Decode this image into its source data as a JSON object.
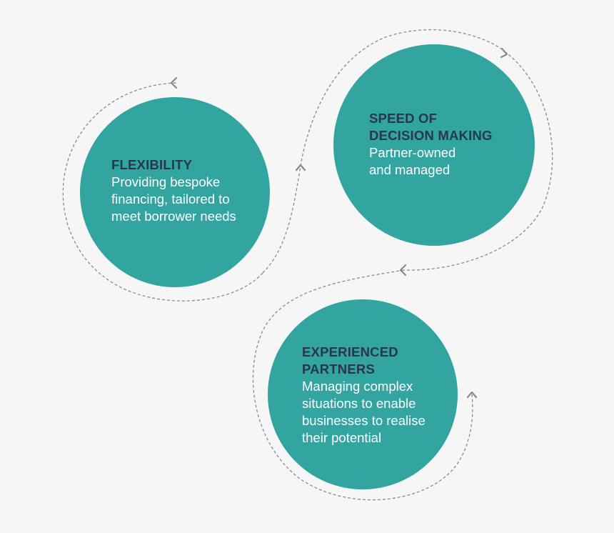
{
  "colors": {
    "background": "#f6f6f6",
    "circle": "#33a5a0",
    "title_text": "#26384a",
    "body_text": "#ffffff",
    "connector": "#8a8a8a"
  },
  "nodes": {
    "flexibility": {
      "title": "FLEXIBILITY",
      "lines": [
        "Providing bespoke",
        "financing, tailored to",
        "meet borrower needs"
      ]
    },
    "speed": {
      "title_lines": [
        "SPEED OF",
        "DECISION MAKING"
      ],
      "lines": [
        "Partner-owned",
        "and managed"
      ]
    },
    "experienced": {
      "title_lines": [
        "EXPERIENCED",
        "PARTNERS"
      ],
      "lines": [
        "Managing complex",
        "situations to enable",
        "businesses to realise",
        "their potential"
      ]
    }
  }
}
